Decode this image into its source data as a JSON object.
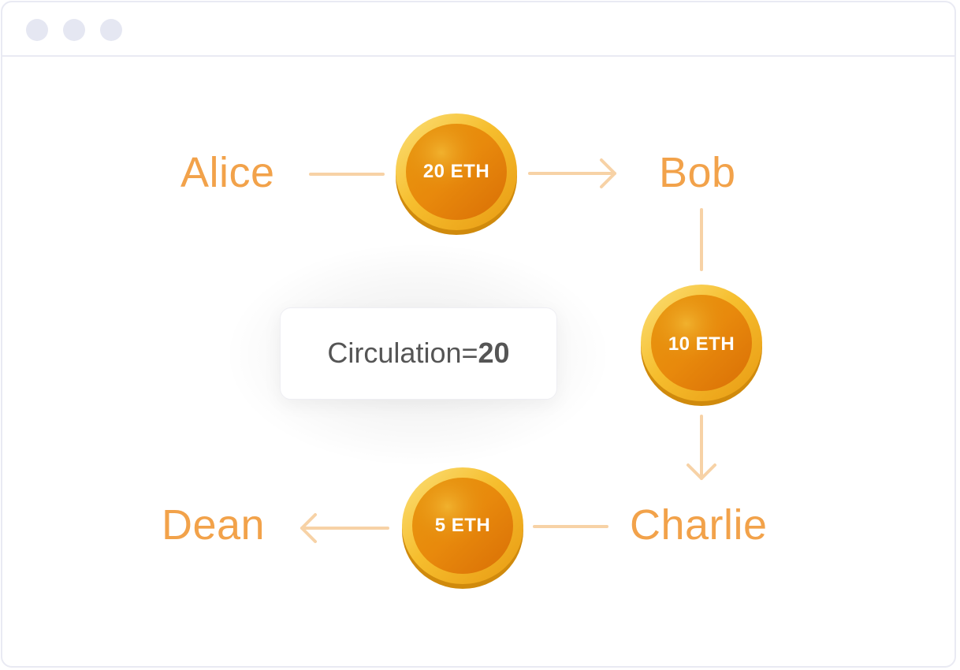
{
  "window": {
    "dots": [
      "dot",
      "dot",
      "dot"
    ]
  },
  "nodes": {
    "alice": "Alice",
    "bob": "Bob",
    "charlie": "Charlie",
    "dean": "Dean"
  },
  "transfers": {
    "alice_to_bob": "20 ETH",
    "bob_to_charlie": "10 ETH",
    "charlie_to_dean": "5 ETH"
  },
  "circulation": {
    "label": "Circulation=",
    "value": "20"
  },
  "colors": {
    "name_text": "#f2a24a",
    "connector": "#f7d2a6",
    "coin_dark": "#e07d0a",
    "coin_rim": "#f7c13a",
    "coin_edge": "#d9930f",
    "window_border": "#e9eaf3"
  },
  "icons": {
    "coin": "gold-coin-icon",
    "arrow": "arrow-head-icon"
  }
}
